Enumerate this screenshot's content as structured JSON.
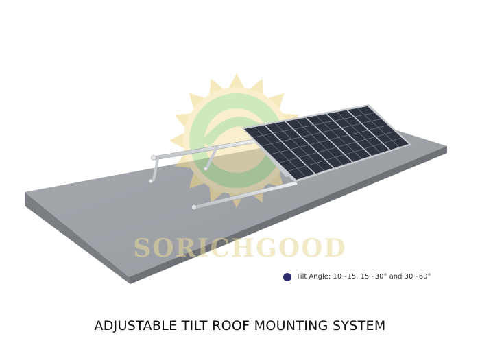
{
  "caption": "ADJUSTABLE TILT ROOF MOUNTING SYSTEM",
  "spec": {
    "text": "Tilt Angle: 10~15, 15~30° and 30~60°",
    "bullet_color": "#2c2c6c"
  },
  "watermark": {
    "text": "SORICHGOOD",
    "sun_color": "#f2d88a",
    "leaf_color": "#a8d88a"
  },
  "colors": {
    "background": "#ffffff",
    "roof_top": "#9da1a6",
    "roof_edge": "#6e7277",
    "panel_cell": "#2e3440",
    "panel_frame": "#c9ccd0",
    "rail": "#d5d8dc"
  }
}
